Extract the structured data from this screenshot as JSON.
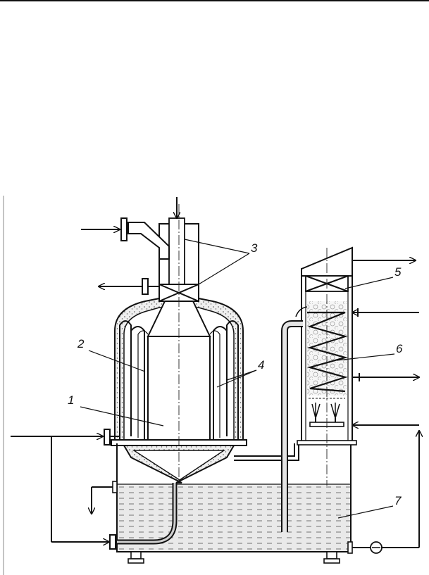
{
  "diagram": {
    "labels": {
      "l1": "1",
      "l2": "2",
      "l3": "3",
      "l4": "4",
      "l5": "5",
      "l6": "6",
      "l7": "7"
    },
    "icons": [
      "flow-arrow-icon",
      "pump-icon",
      "nozzle-icon",
      "flange-icon"
    ]
  }
}
